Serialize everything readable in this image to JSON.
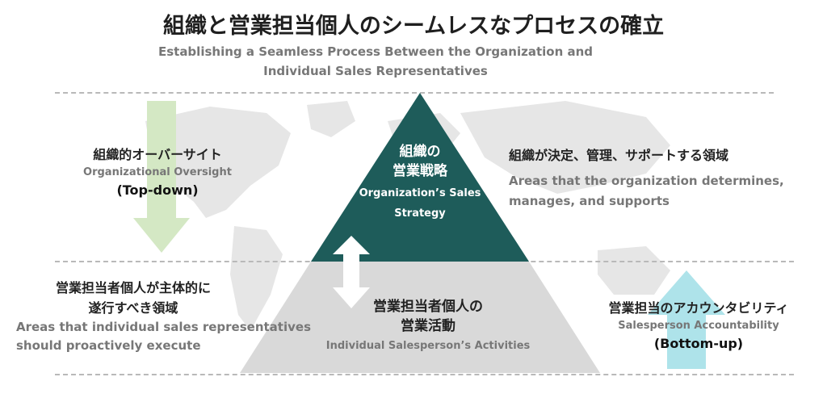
{
  "title": "組織と営業担当個人のシームレスなプロセスの確立",
  "subtitle_line1": "Establishing a Seamless Process Between the Organization and",
  "subtitle_line2": "Individual Sales Representatives",
  "left_top": {
    "jp": "組織的オーバーサイト",
    "en": "Organizational Oversight",
    "tag": "(Top-down)"
  },
  "right_top": {
    "jp": "組織が決定、管理、サポートする領域",
    "en_line1": "Areas that the organization determines,",
    "en_line2": "manages, and supports"
  },
  "triangle_top": {
    "jp_line1": "組織の",
    "jp_line2": "営業戦略",
    "en_line1": "Organization’s Sales",
    "en_line2": "Strategy"
  },
  "triangle_bottom": {
    "jp_line1": "営業担当者個人の",
    "jp_line2": "営業活動",
    "en": "Individual Salesperson’s Activities"
  },
  "left_bottom": {
    "jp_line1": "営業担当者個人が主体的に",
    "jp_line2": "遂行すべき領域",
    "en_line1": "Areas that individual sales representatives",
    "en_line2": "should proactively execute"
  },
  "right_bottom": {
    "jp": "営業担当のアカウンタビリティ",
    "en": "Salesperson Accountability",
    "tag": "(Bottom-up)"
  },
  "colors": {
    "triangle_top": "#1e5c5a",
    "triangle_bottom": "#d9d9d9",
    "arrow_down": "#d4e8c4",
    "arrow_up": "#aee3ea",
    "map": "#e4e4e4"
  }
}
